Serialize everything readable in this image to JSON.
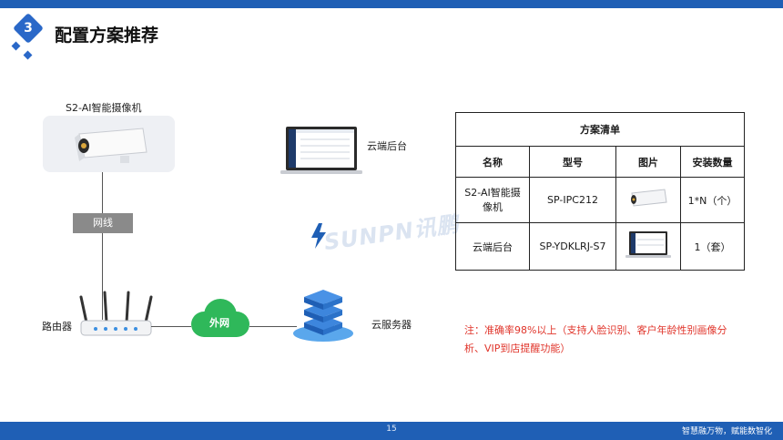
{
  "header": {
    "section_number": "3",
    "title": "配置方案推荐"
  },
  "topology": {
    "camera_label": "S2-AI智能摄像机",
    "cable_label": "网线",
    "router_label": "路由器",
    "internet_label": "外网",
    "server_label": "云服务器",
    "backend_label": "云端后台"
  },
  "watermark": "SUNPN讯鹏",
  "plan_table": {
    "title": "方案清单",
    "headers": [
      "名称",
      "型号",
      "图片",
      "安装数量"
    ],
    "rows": [
      {
        "name": "S2-AI智能摄像机",
        "model": "SP-IPC212",
        "image": "camera",
        "qty": "1*N（个）"
      },
      {
        "name": "云端后台",
        "model": "SP-YDKLRJ-S7",
        "image": "laptop",
        "qty": "1（套）"
      }
    ]
  },
  "note": "注：准确率98%以上（支持人脸识别、客户年龄性别画像分析、VIP到店提醒功能）",
  "footer": {
    "page_number": "15",
    "slogan": "智慧融万物，赋能数智化"
  },
  "colors": {
    "brand_blue": "#1f5fb5",
    "cloud_green": "#2fb85a",
    "note_red": "#e0342a"
  }
}
